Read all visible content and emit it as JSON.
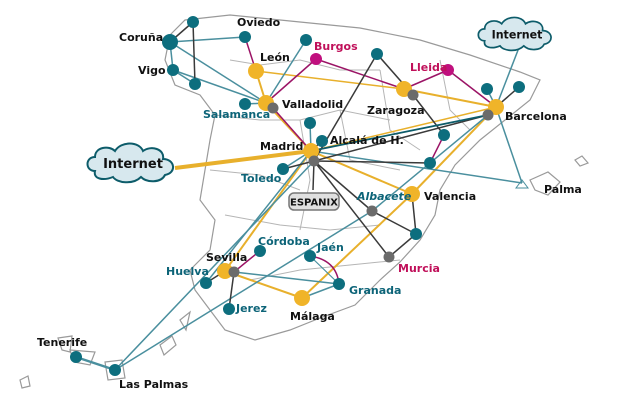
{
  "colors": {
    "core_node": "#f0b429",
    "exchange_node": "#6b6b6b",
    "access_node": "#0d6e7e",
    "secondary_node": "#c0107e",
    "core_link": "#e8b02c",
    "access_link": "#4a8f9e",
    "exchange_link": "#3a3a3a",
    "secondary_link": "#9b1466",
    "map_border": "#9a9a9a",
    "cloud_fill": "#d7e8ee",
    "cloud_stroke": "#0d5c6a"
  },
  "clouds": [
    {
      "id": "internet-west",
      "label": "Internet"
    },
    {
      "id": "internet-northeast",
      "label": "Internet"
    }
  ],
  "exchange_box": {
    "label": "ESPANIX"
  },
  "cities": [
    {
      "id": "oviedo",
      "label": "Oviedo",
      "color": "black"
    },
    {
      "id": "coruna",
      "label": "Coruña",
      "color": "black"
    },
    {
      "id": "vigo",
      "label": "Vigo",
      "color": "black"
    },
    {
      "id": "leon",
      "label": "León",
      "color": "black"
    },
    {
      "id": "burgos",
      "label": "Burgos",
      "color": "magenta"
    },
    {
      "id": "lleida",
      "label": "Lleida",
      "color": "magenta"
    },
    {
      "id": "salamanca",
      "label": "Salamanca",
      "color": "teal"
    },
    {
      "id": "valladolid",
      "label": "Valladolid",
      "color": "black"
    },
    {
      "id": "zaragoza",
      "label": "Zaragoza",
      "color": "black"
    },
    {
      "id": "barcelona",
      "label": "Barcelona",
      "color": "black"
    },
    {
      "id": "madrid",
      "label": "Madrid",
      "color": "black"
    },
    {
      "id": "alcala",
      "label": "Alcalá de H.",
      "color": "black"
    },
    {
      "id": "toledo",
      "label": "Toledo",
      "color": "teal"
    },
    {
      "id": "palma",
      "label": "Palma",
      "color": "black"
    },
    {
      "id": "albacete",
      "label": "Albacete",
      "color": "teal",
      "italic": true
    },
    {
      "id": "valencia",
      "label": "Valencia",
      "color": "black"
    },
    {
      "id": "murcia",
      "label": "Murcia",
      "color": "magenta"
    },
    {
      "id": "cordoba",
      "label": "Córdoba",
      "color": "teal"
    },
    {
      "id": "sevilla",
      "label": "Sevilla",
      "color": "black"
    },
    {
      "id": "huelva",
      "label": "Huelva",
      "color": "teal"
    },
    {
      "id": "jaen",
      "label": "Jaén",
      "color": "teal"
    },
    {
      "id": "granada",
      "label": "Granada",
      "color": "teal"
    },
    {
      "id": "jerez",
      "label": "Jerez",
      "color": "teal"
    },
    {
      "id": "malaga",
      "label": "Málaga",
      "color": "black"
    },
    {
      "id": "tenerife",
      "label": "Tenerife",
      "color": "black"
    },
    {
      "id": "las-palmas",
      "label": "Las Palmas",
      "color": "black"
    }
  ]
}
